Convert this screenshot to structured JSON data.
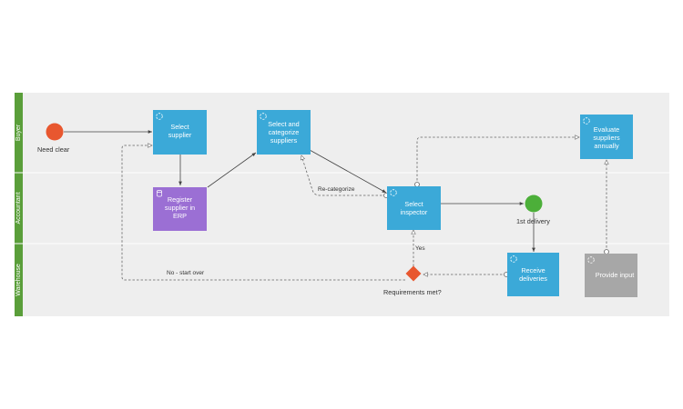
{
  "lanes": [
    {
      "label": "Buyer"
    },
    {
      "label": "Accountant"
    },
    {
      "label": "Warehouse"
    }
  ],
  "events": {
    "start": {
      "label": "Need clear",
      "color": "#e8572f"
    },
    "delivery": {
      "label": "1st delivery",
      "color": "#4caf39"
    }
  },
  "tasks": {
    "select_supplier": {
      "lines": [
        "Select",
        "supplier"
      ],
      "icon": "loop-icon"
    },
    "register_supplier": {
      "lines": [
        "Register",
        "supplier in",
        "ERP"
      ],
      "icon": "database-icon"
    },
    "categorize": {
      "lines": [
        "Select and",
        "categorize",
        "suppliers"
      ],
      "icon": "loop-icon"
    },
    "inspector": {
      "lines": [
        "Select",
        "inspector"
      ],
      "icon": "loop-icon"
    },
    "evaluate": {
      "lines": [
        "Evaluate",
        "suppliers",
        "annually"
      ],
      "icon": "loop-icon"
    },
    "receive": {
      "lines": [
        "Receive",
        "deliveries"
      ],
      "icon": "loop-icon"
    },
    "provide": {
      "lines": [
        "Provide input"
      ],
      "icon": "loop-icon"
    }
  },
  "gateway": {
    "label": "Requirements met?",
    "color": "#e8572f"
  },
  "edge_labels": {
    "recategorize": "Re-categorize",
    "no_start_over": "No - start over",
    "yes": "Yes"
  },
  "colors": {
    "task_blue": "#3ba9d8",
    "task_purple": "#9b6fd4",
    "task_gray": "#a7a7a7",
    "lane_bar": "#5a9e3a",
    "lane_bg": "#eeeeee"
  }
}
